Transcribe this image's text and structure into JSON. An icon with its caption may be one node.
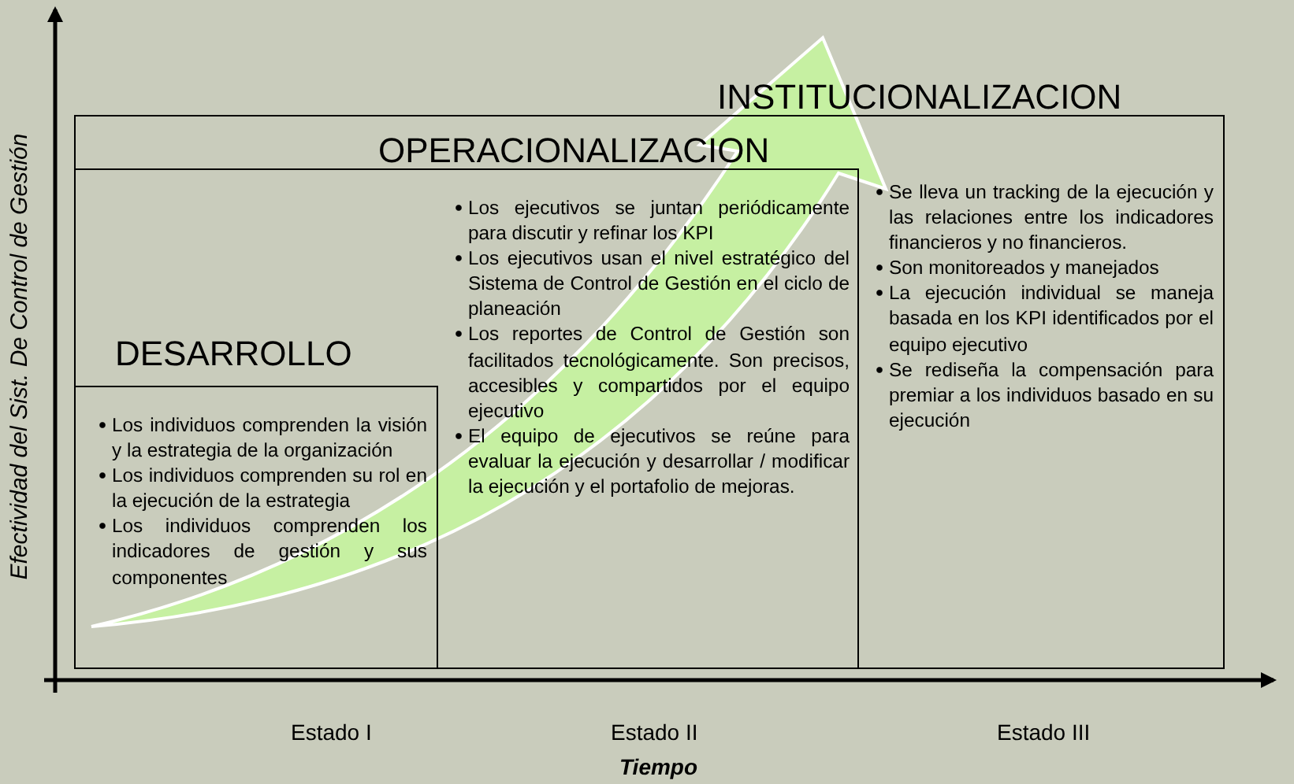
{
  "diagram": {
    "nodes": [
      {
        "text": [
          "INSTITUCIONALIZACION",
          "Se lleva un tracking de la ejecución y las relaciones entre los indicadores financieros y no financieros.",
          "Son monitoreados y manejados",
          "La ejecución individual se maneja basada en los KPI identificados por el equipo ejecutivo",
          "Se rediseña la compensación para premiar a los individuos basado en su ejecución"
        ]
      },
      {
        "text": [
          "OPERACIONALIZACION",
          "Los ejecutivos se juntan periódicamente para discutir y refinar los KPI",
          "Los ejecutivos usan el nivel estratégico del Sistema de Control de Gestión en el ciclo de planeación",
          "Los reportes de Control de Gestión son facilitados tecnológicamente. Son precisos, accesibles y compartidos por el equipo ejecutivo",
          "El equipo de ejecutivos se reúne para evaluar la ejecución y desarrollar / modificar la ejecución y el portafolio de mejoras."
        ],
        "in": 0
      },
      {
        "text": [
          "DESARROLLO",
          "Los individuos comprenden la visión y la estrategia de la organización",
          "Los individuos comprenden su rol en la ejecución de la estrategia",
          "Los individuos comprenden los indicadores de gestión y sus componentes"
        ],
        "in": 1
      }
    ],
    "labels": [
      "Efectividad del Sist. De Control de Gestión",
      "Estado I",
      "Estado II",
      "Estado III",
      "Tiempo"
    ]
  }
}
